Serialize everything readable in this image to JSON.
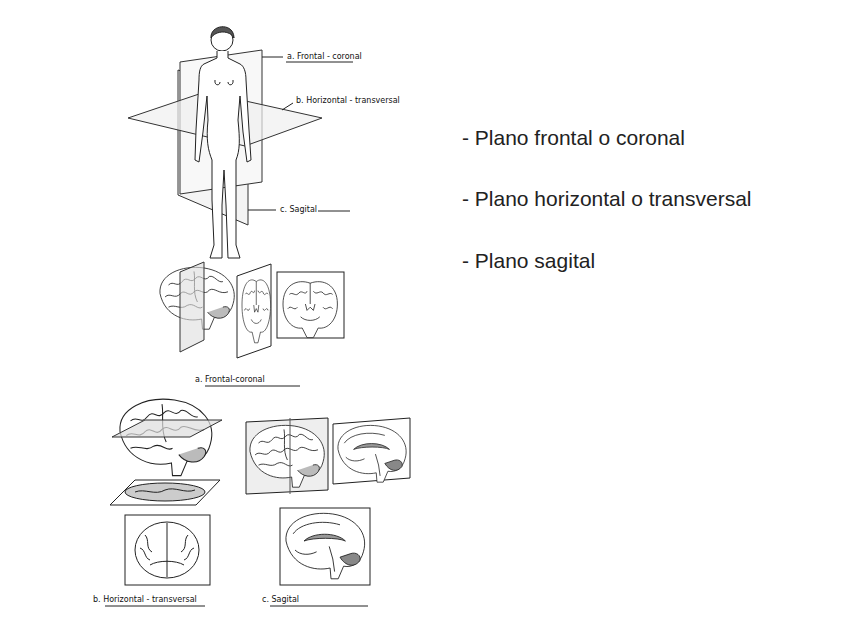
{
  "diagram": {
    "labels": [
      "a. Frontal - coronal",
      "b. Horizontal - transversal",
      "c. Sagital",
      "a. Frontal-coronal",
      "b. Horizontal - transversal",
      "c. Sagital",
      "- Plano frontal o coronal",
      "- Plano horizontal o transversal",
      "- Plano sagital"
    ]
  }
}
